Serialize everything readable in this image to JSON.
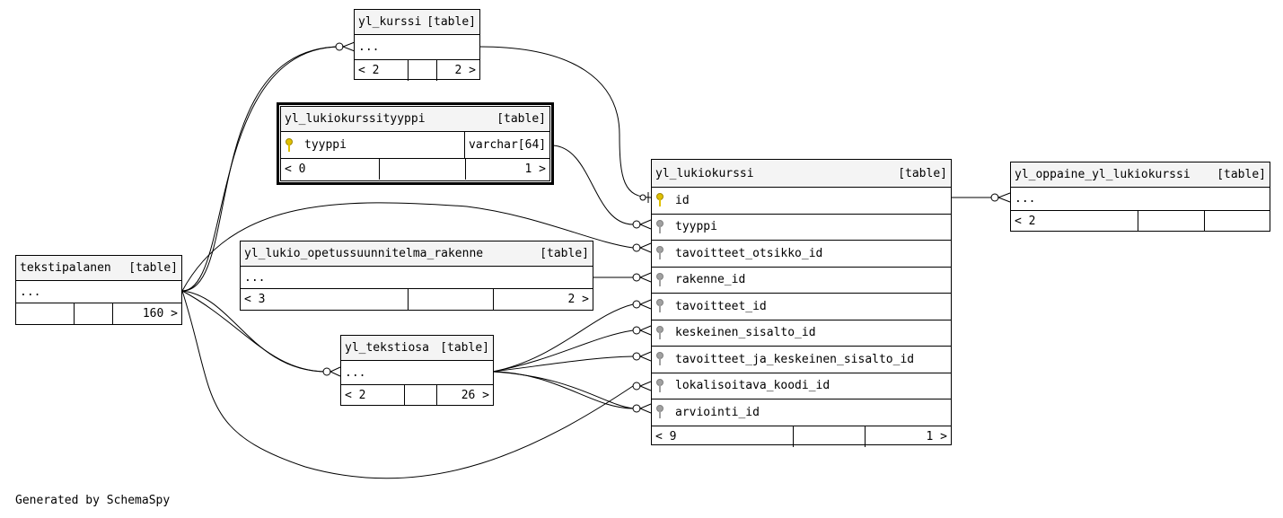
{
  "footer": "Generated by SchemaSpy",
  "colors": {
    "pk_key": "#e0c000",
    "fk_key": "#a0a0a0",
    "header_bg": "#f4f4f4"
  },
  "tables": {
    "yl_kurssi": {
      "name": "yl_kurssi",
      "tag": "[table]",
      "row": "...",
      "left": "< 2",
      "right": "2 >"
    },
    "yl_lukiokurssityyppi": {
      "name": "yl_lukiokurssityyppi",
      "tag": "[table]",
      "column": "tyyppi",
      "type": "varchar[64]",
      "left": "< 0",
      "right": "1 >"
    },
    "yl_lukiokurssi": {
      "name": "yl_lukiokurssi",
      "tag": "[table]",
      "columns": [
        "id",
        "tyyppi",
        "tavoitteet_otsikko_id",
        "rakenne_id",
        "tavoitteet_id",
        "keskeinen_sisalto_id",
        "tavoitteet_ja_keskeinen_sisalto_id",
        "lokalisoitava_koodi_id",
        "arviointi_id"
      ],
      "left": "< 9",
      "right": "1 >"
    },
    "yl_oppaine_yl_lukiokurssi": {
      "name": "yl_oppaine_yl_lukiokurssi",
      "tag": "[table]",
      "row": "...",
      "left": "< 2"
    },
    "tekstipalanen": {
      "name": "tekstipalanen",
      "tag": "[table]",
      "row": "...",
      "right": "160 >"
    },
    "yl_lukio_opetussuunnitelma_rakenne": {
      "name": "yl_lukio_opetussuunnitelma_rakenne",
      "tag": "[table]",
      "row": "...",
      "left": "< 3",
      "right": "2 >"
    },
    "yl_tekstiosa": {
      "name": "yl_tekstiosa",
      "tag": "[table]",
      "row": "...",
      "left": "< 2",
      "right": "26 >"
    }
  }
}
